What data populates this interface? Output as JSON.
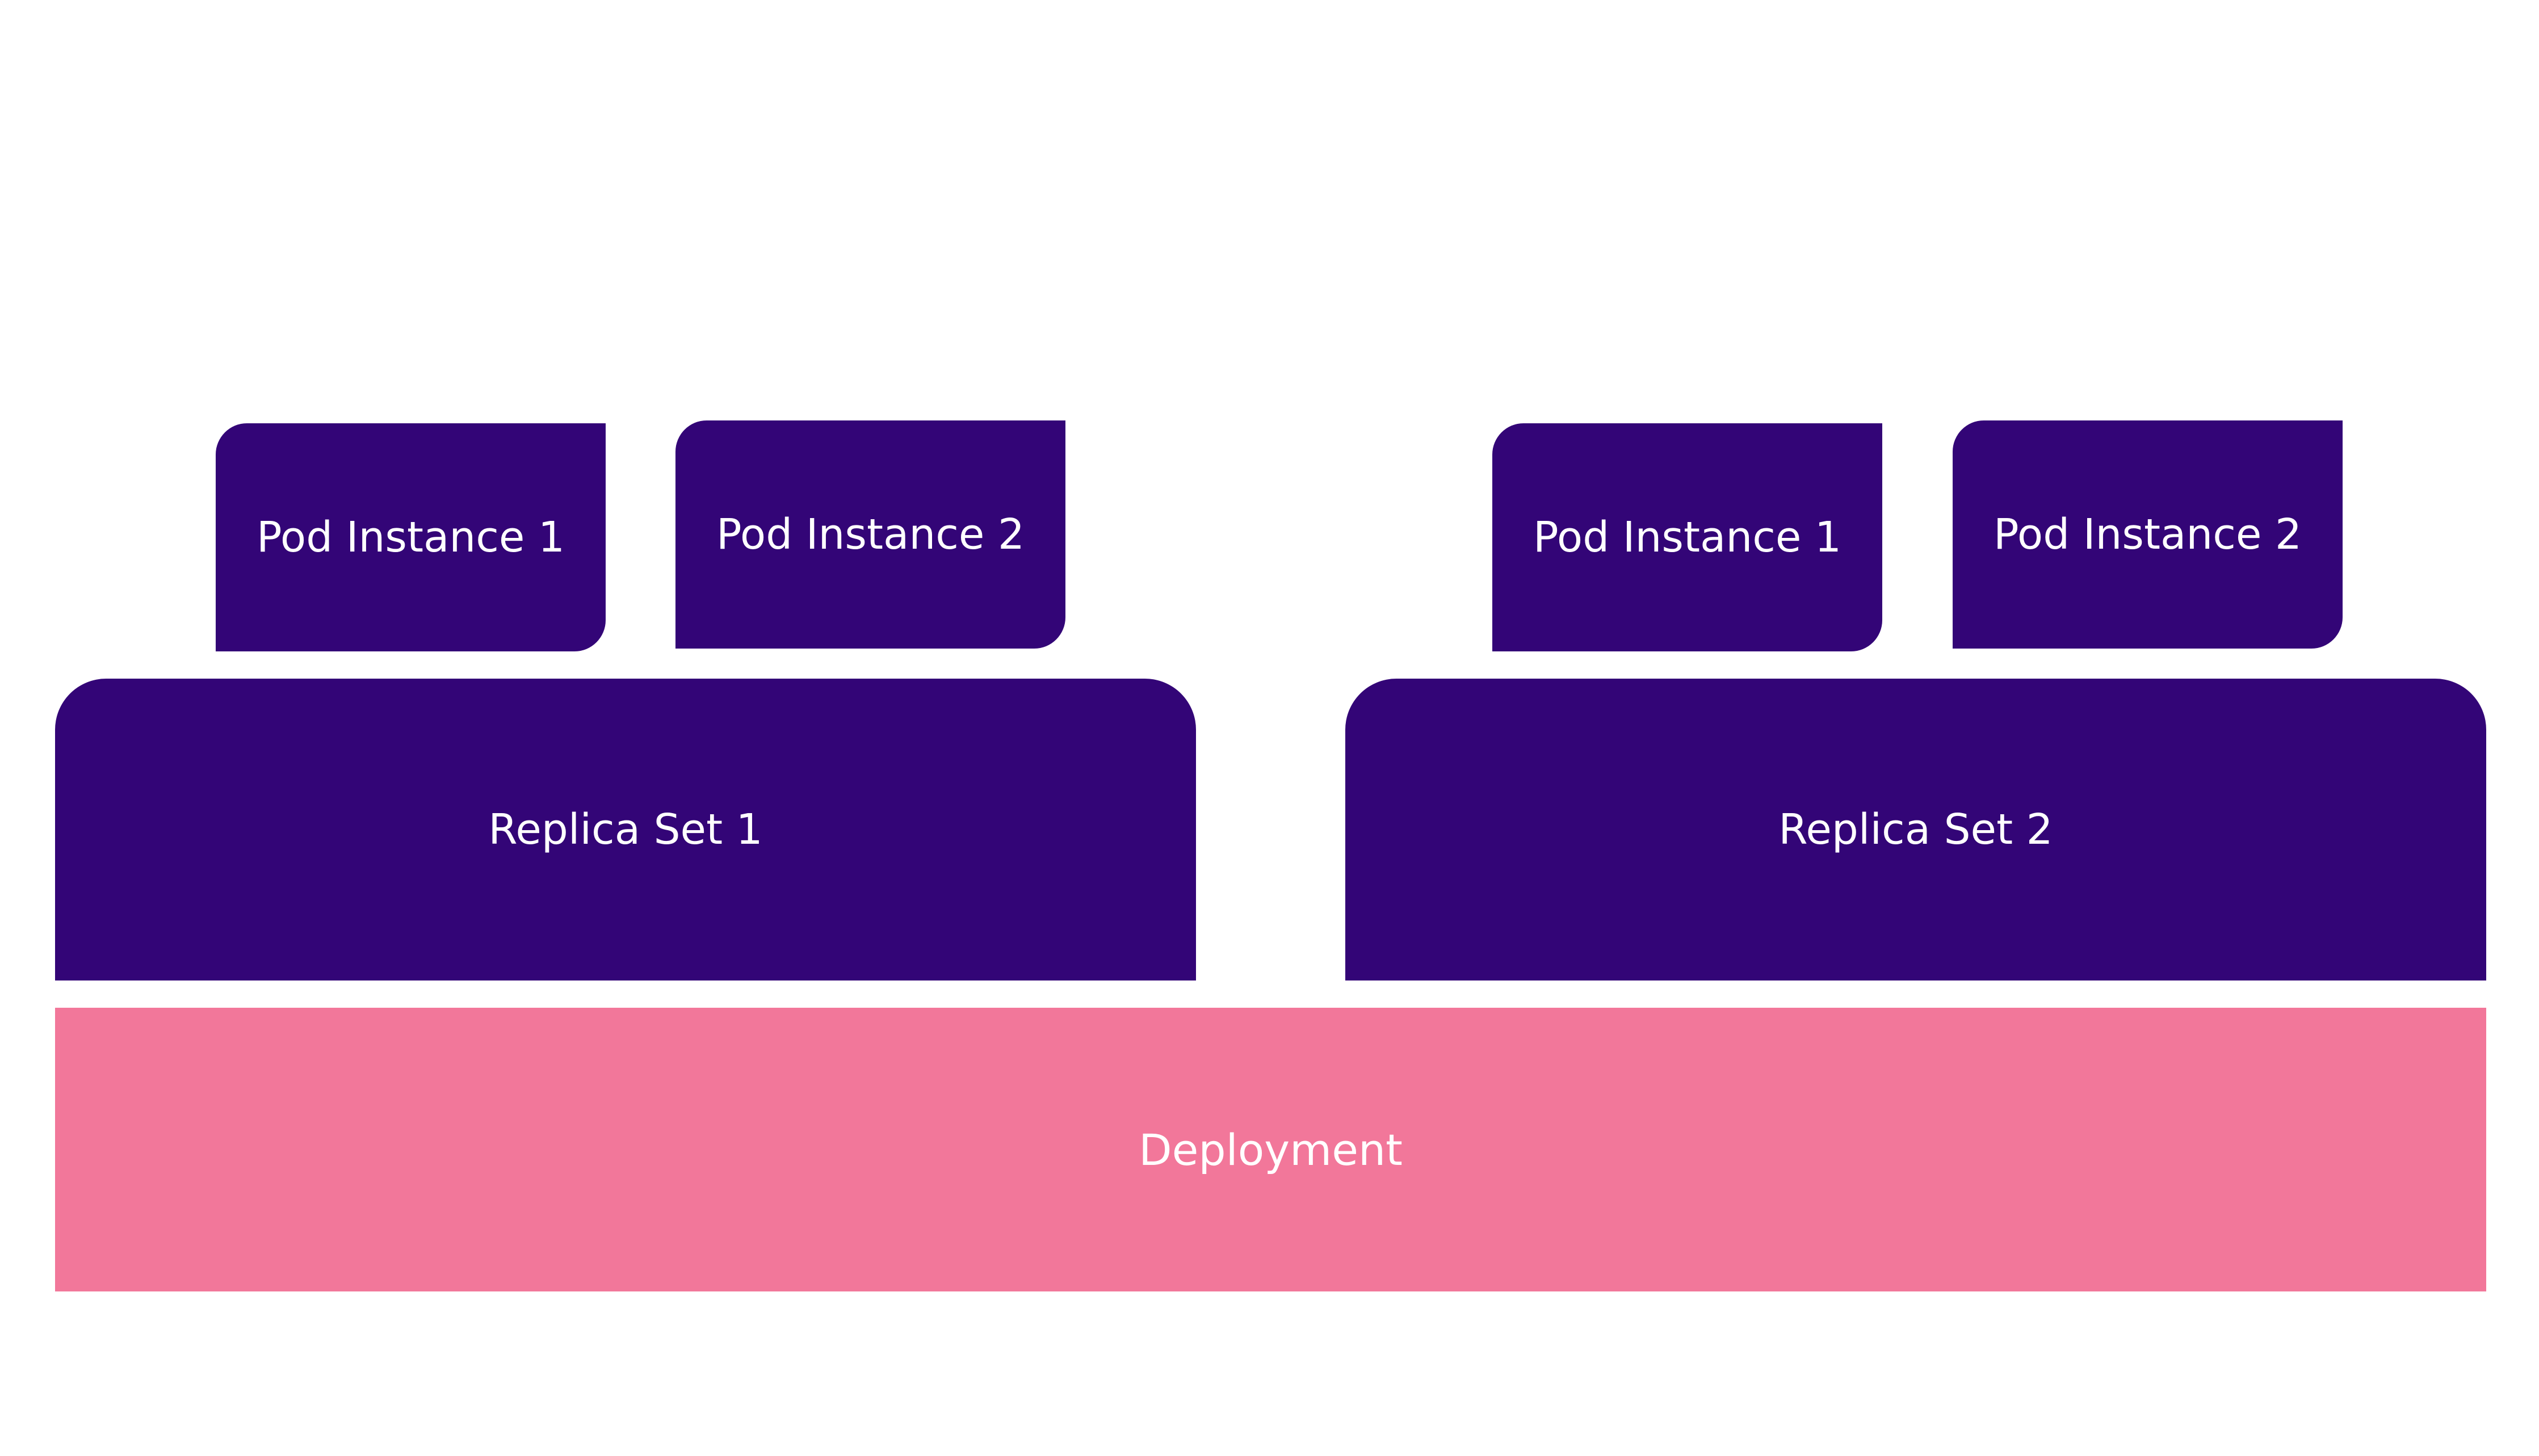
{
  "colors": {
    "pod": "#330577",
    "replica_set": "#330577",
    "deployment": "#F2779A",
    "text": "#FFFFFF",
    "background": "#FFFFFF"
  },
  "replica_sets": [
    {
      "label": "Replica Set 1",
      "pods": [
        {
          "label": "Pod Instance 1"
        },
        {
          "label": "Pod Instance 2"
        }
      ]
    },
    {
      "label": "Replica Set 2",
      "pods": [
        {
          "label": "Pod Instance 1"
        },
        {
          "label": "Pod Instance 2"
        }
      ]
    }
  ],
  "deployment": {
    "label": "Deployment"
  }
}
